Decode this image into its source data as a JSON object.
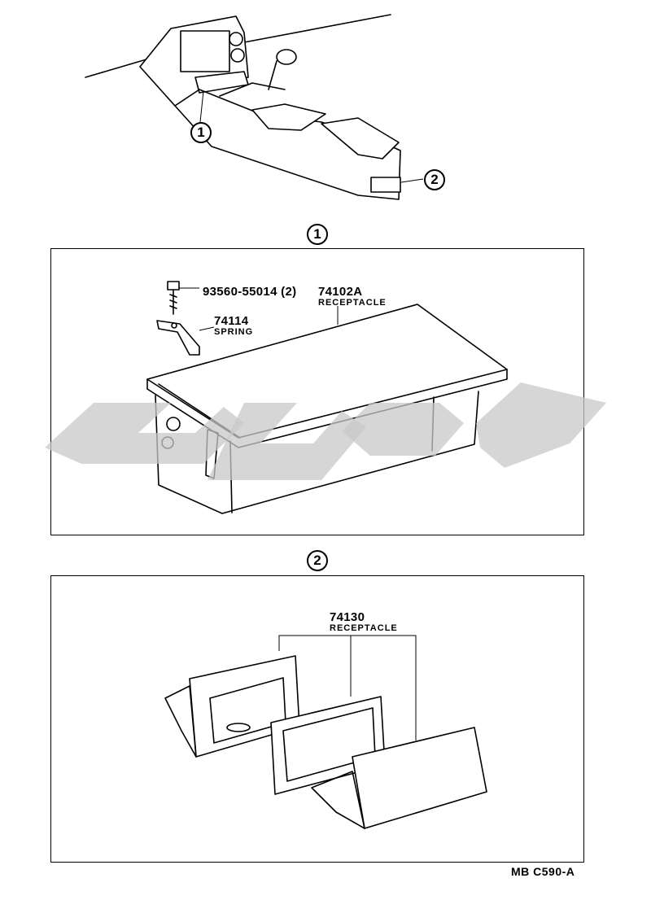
{
  "overview": {
    "callout_1": "1",
    "callout_2": "2"
  },
  "detail_1": {
    "marker": "1",
    "parts": {
      "bolt": {
        "part_number": "93560-55014 (2)"
      },
      "spring": {
        "part_number": "74114",
        "name": "SPRING"
      },
      "receptacle": {
        "part_number": "74102A",
        "name": "RECEPTACLE"
      }
    }
  },
  "detail_2": {
    "marker": "2",
    "parts": {
      "receptacle": {
        "part_number": "74130",
        "name": "RECEPTACLE"
      }
    }
  },
  "footer": {
    "code": "MB  C590-A"
  },
  "watermark": {
    "color": "#c8c8c8"
  }
}
